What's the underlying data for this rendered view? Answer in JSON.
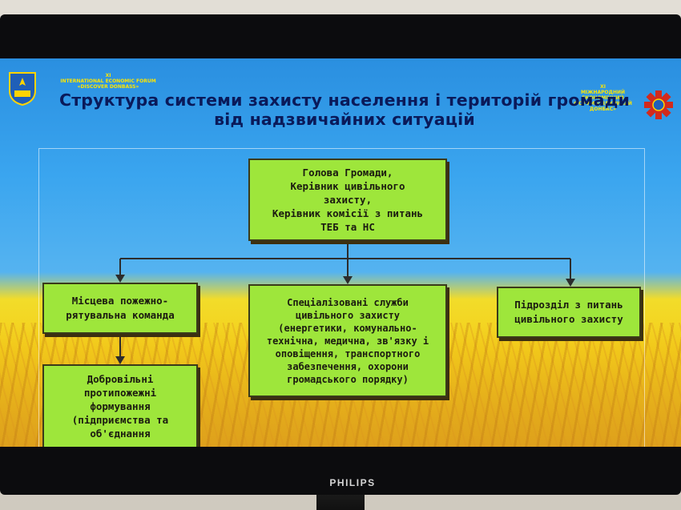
{
  "slide": {
    "forum_left": "XI\nINTERNATIONAL ECONOMIC FORUM\n«DISCOVER DONBASS»",
    "forum_right": "XI\nМІЖНАРОДНИЙ ЕКОНОМІЧНИЙ\nФОРУМ «ВІДКРИВАЙ ДОНБАС»",
    "title_line1": "Структура системи захисту населення і територій громади",
    "title_line2": "від надзвичайних ситуацій",
    "boxes": {
      "head": "Голова Громади,\nКерівник цивільного\nзахисту,\nКерівник комісії з питань\nТЕБ та НС",
      "fire": "Місцева пожежно-\nрятувальна команда",
      "services": "Спеціалізовані служби\nцивільного захисту\n(енергетики, комунально-\nтехнічна, медична, зв'язку і\nоповіщення, транспортного\nзабезпечення, охорони\nгромадського порядку)",
      "unit": "Підрозділ з питань\nцивільного захисту",
      "volunteer": "Добровільні\nпротипожежні\nформування\n(підприємства та\nоб'єднання"
    },
    "colors": {
      "box_fill": "#9ee63b",
      "title_color": "#0a1a5a",
      "sky": "#3aa5ef",
      "field": "#f5cf1a"
    }
  },
  "tv": {
    "brand": "PHILIPS"
  },
  "icons": [
    "emblem-icon",
    "rescue-service-icon",
    "taskbar-browser-icon",
    "taskbar-app-icon",
    "taskbar-media-icon"
  ]
}
